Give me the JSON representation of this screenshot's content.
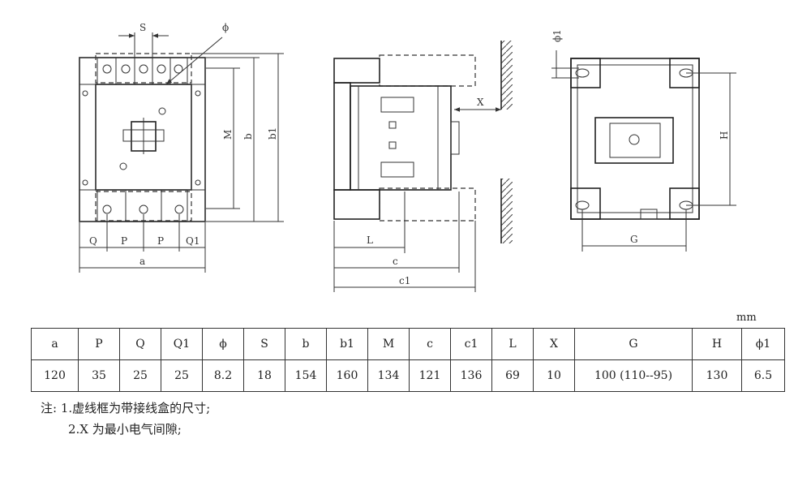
{
  "labels": {
    "S": "S",
    "phi": "ϕ",
    "M": "M",
    "b": "b",
    "b1": "b1",
    "Q": "Q",
    "P": "P",
    "Q1": "Q1",
    "a": "a",
    "X": "X",
    "L": "L",
    "c": "c",
    "c1": "c1",
    "phi1": "ϕ1",
    "H": "H",
    "G": "G"
  },
  "unit": "mm",
  "table": {
    "headers": [
      "a",
      "P",
      "Q",
      "Q1",
      "ϕ",
      "S",
      "b",
      "b1",
      "M",
      "c",
      "c1",
      "L",
      "X",
      "G",
      "H",
      "ϕ1"
    ],
    "values": [
      "120",
      "35",
      "25",
      "25",
      "8.2",
      "18",
      "154",
      "160",
      "134",
      "121",
      "136",
      "69",
      "10",
      "100 (110--95)",
      "130",
      "6.5"
    ]
  },
  "notes": {
    "line1": "注: 1.虚线框为带接线盒的尺寸;",
    "line2": "2.X 为最小电气间隙;"
  }
}
